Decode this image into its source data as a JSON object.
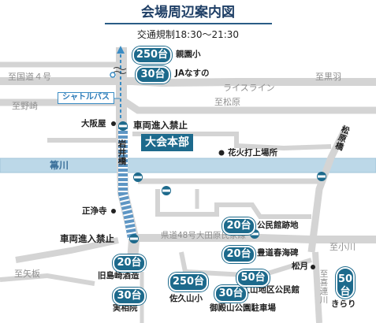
{
  "title": "会場周辺案内図",
  "subtitle": "交通規制18:30～21:30",
  "colors": {
    "road": "#d4d4d4",
    "river": "#bcd8e8",
    "accent": "#1d6a8c",
    "shuttle": "#3a8cc4"
  },
  "roads": {
    "r1": "至国道４号",
    "r2": "至黒羽",
    "r3": "ライスライン",
    "r4": "至野崎",
    "r5": "至松原",
    "r6": "至小川",
    "r7": "至矢板",
    "r8": "至喜連川",
    "r9": "県道48号大田原氏家線",
    "r10": "岩井橋",
    "r11": "松原橋"
  },
  "river": "箒川",
  "shuttle": "シャトルバス",
  "hq": "大会本部",
  "traffic": {
    "a": "車両進入禁止",
    "b": "車両進入禁止"
  },
  "landmarks": {
    "l1": "親園小",
    "l2": "JAなすの",
    "l3": "大阪屋",
    "l4": "花火打上場所",
    "l5": "正浄寺",
    "l6": "公民館跡地",
    "l7": "豊道春海碑",
    "l8": "松月",
    "l9": "旧島崎酒造",
    "l10": "実相院",
    "l11": "佐久山小",
    "l12": "御殿山公園駐車場",
    "l13": "佐久山地区公民館",
    "l14": "きらり"
  },
  "parking": {
    "p1": "250台",
    "p2": "30台",
    "p3": "20台",
    "p4": "20台",
    "p5": "20台",
    "p6": "30台",
    "p7": "250台",
    "p8": "30台",
    "p9": "50台",
    "p10": "50台"
  },
  "icons": {
    "bus": "bus-stop-icon",
    "fireworks": "fireworks-site-icon"
  }
}
